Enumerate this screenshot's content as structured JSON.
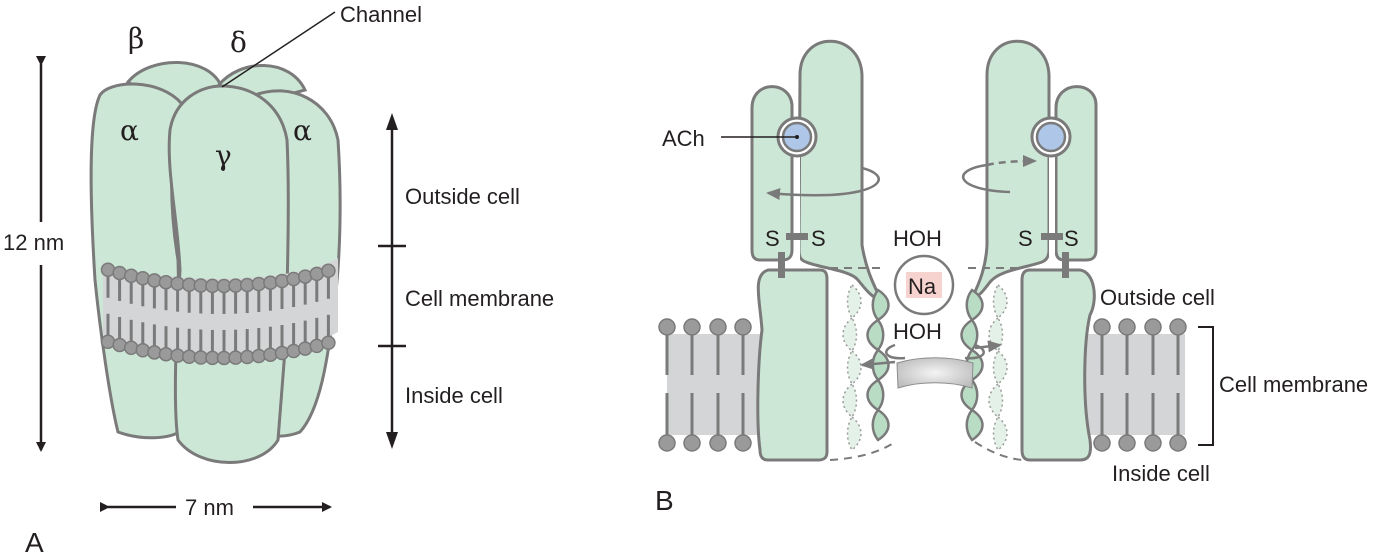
{
  "panelA": {
    "panel_label": "A",
    "subunits": {
      "beta": "β",
      "delta": "δ",
      "alpha_left": "α",
      "gamma": "γ",
      "alpha_right": "α"
    },
    "channel_label": "Channel",
    "height_label": "12 nm",
    "width_label": "7 nm",
    "regions": {
      "outside": "Outside cell",
      "membrane": "Cell membrane",
      "inside": "Inside cell"
    }
  },
  "panelB": {
    "panel_label": "B",
    "ach_label": "ACh",
    "disulfide_left": [
      "S",
      "S"
    ],
    "disulfide_right": [
      "S",
      "S"
    ],
    "water_top": "HOH",
    "ion": "Na",
    "water_bottom": "HOH",
    "regions": {
      "outside": "Outside cell",
      "membrane": "Cell membrane",
      "inside": "Inside cell"
    }
  },
  "colors": {
    "protein_fill": "#cde7d6",
    "outline": "#7a7a7a",
    "membrane": "#d4d5d7",
    "ach_fill": "#aec6e8",
    "na_highlight": "#f6d3cf",
    "text": "#231f20"
  }
}
